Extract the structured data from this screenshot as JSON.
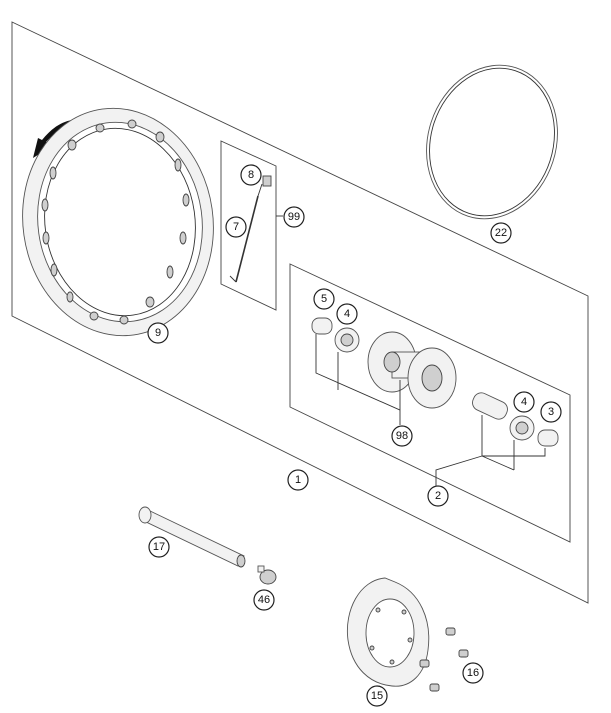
{
  "callouts": [
    {
      "id": "c1",
      "label": "1"
    },
    {
      "id": "c2",
      "label": "2"
    },
    {
      "id": "c3",
      "label": "3"
    },
    {
      "id": "c4a",
      "label": "4"
    },
    {
      "id": "c4b",
      "label": "4"
    },
    {
      "id": "c5",
      "label": "5"
    },
    {
      "id": "c7",
      "label": "7"
    },
    {
      "id": "c8",
      "label": "8"
    },
    {
      "id": "c9",
      "label": "9"
    },
    {
      "id": "c15",
      "label": "15"
    },
    {
      "id": "c16",
      "label": "16"
    },
    {
      "id": "c17",
      "label": "17"
    },
    {
      "id": "c22",
      "label": "22"
    },
    {
      "id": "c46",
      "label": "46"
    },
    {
      "id": "c98",
      "label": "98"
    },
    {
      "id": "c99",
      "label": "99"
    }
  ]
}
